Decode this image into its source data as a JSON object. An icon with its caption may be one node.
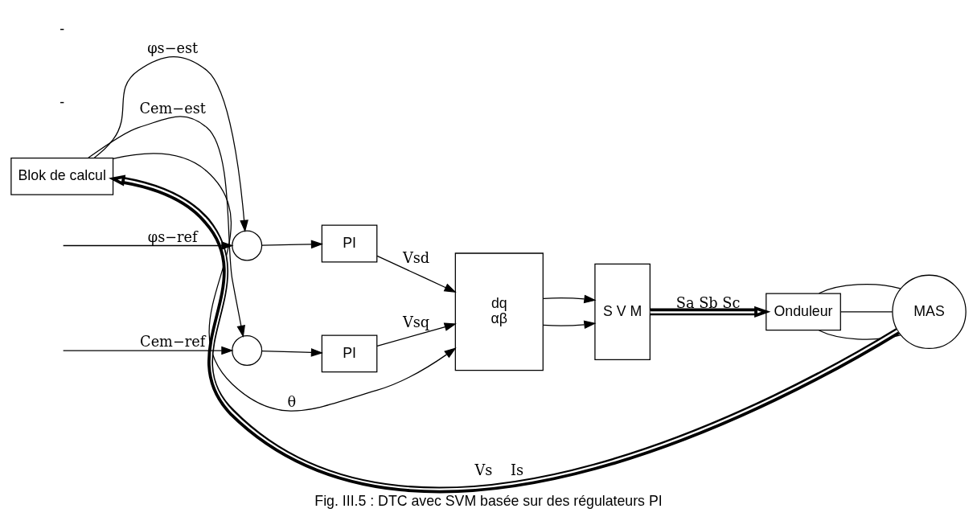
{
  "diagram": {
    "caption": "Fig. III.5 : DTC avec SVM basée sur des régulateurs PI",
    "nodes": [
      {
        "text": [],
        "shape": "circle"
      },
      {
        "text": [
          "PI"
        ]
      },
      {
        "text": [],
        "shape": "circle"
      },
      {
        "text": [
          "PI"
        ]
      },
      {
        "text": [
          "dq",
          "αβ"
        ]
      },
      {
        "text": [
          "S V M"
        ]
      },
      {
        "text": [
          "Onduleur"
        ]
      },
      {
        "text": [
          "Blok de calcul"
        ]
      },
      {
        "text": [
          "MAS"
        ]
      }
    ],
    "edges": [
      {
        "from": null,
        "to": 0,
        "arrow": "to",
        "label": "φs−ref"
      },
      {
        "from": 0,
        "to": 1,
        "arrow": "to"
      },
      {
        "from": 1,
        "to": 4,
        "arrow": "to",
        "label": "Vsd"
      },
      {
        "from": null,
        "to": 2,
        "arrow": "to",
        "label": "Cem−ref"
      },
      {
        "from": 2,
        "to": 3,
        "arrow": "to"
      },
      {
        "from": 3,
        "to": 4,
        "arrow": "to",
        "label": "Vsq"
      },
      {
        "from": 4,
        "to": 5,
        "arrow": "to"
      },
      {
        "from": 4,
        "to": 5,
        "arrow": "to"
      },
      {
        "from": 5,
        "to": 6,
        "arrow": "to",
        "label": "Sa Sb Sc",
        "style": "thick"
      },
      {
        "from": 6,
        "to": 8,
        "arrow": "none"
      },
      {
        "from": 6,
        "to": 8,
        "arrow": "none"
      },
      {
        "from": 6,
        "to": 8,
        "arrow": "none"
      },
      {
        "from": 8,
        "to": 7,
        "arrow": "to",
        "label": "Vs    Is",
        "style": "thick"
      },
      {
        "from": 7,
        "to": 4,
        "arrow": "to",
        "label": "θ"
      },
      {
        "from": 7,
        "to": 0,
        "arrow": "to",
        "label": "φs−est"
      },
      {
        "from": 7,
        "to": 2,
        "arrow": "to",
        "label": "Cem−est"
      }
    ],
    "labels": [
      "-",
      "-"
    ]
  }
}
